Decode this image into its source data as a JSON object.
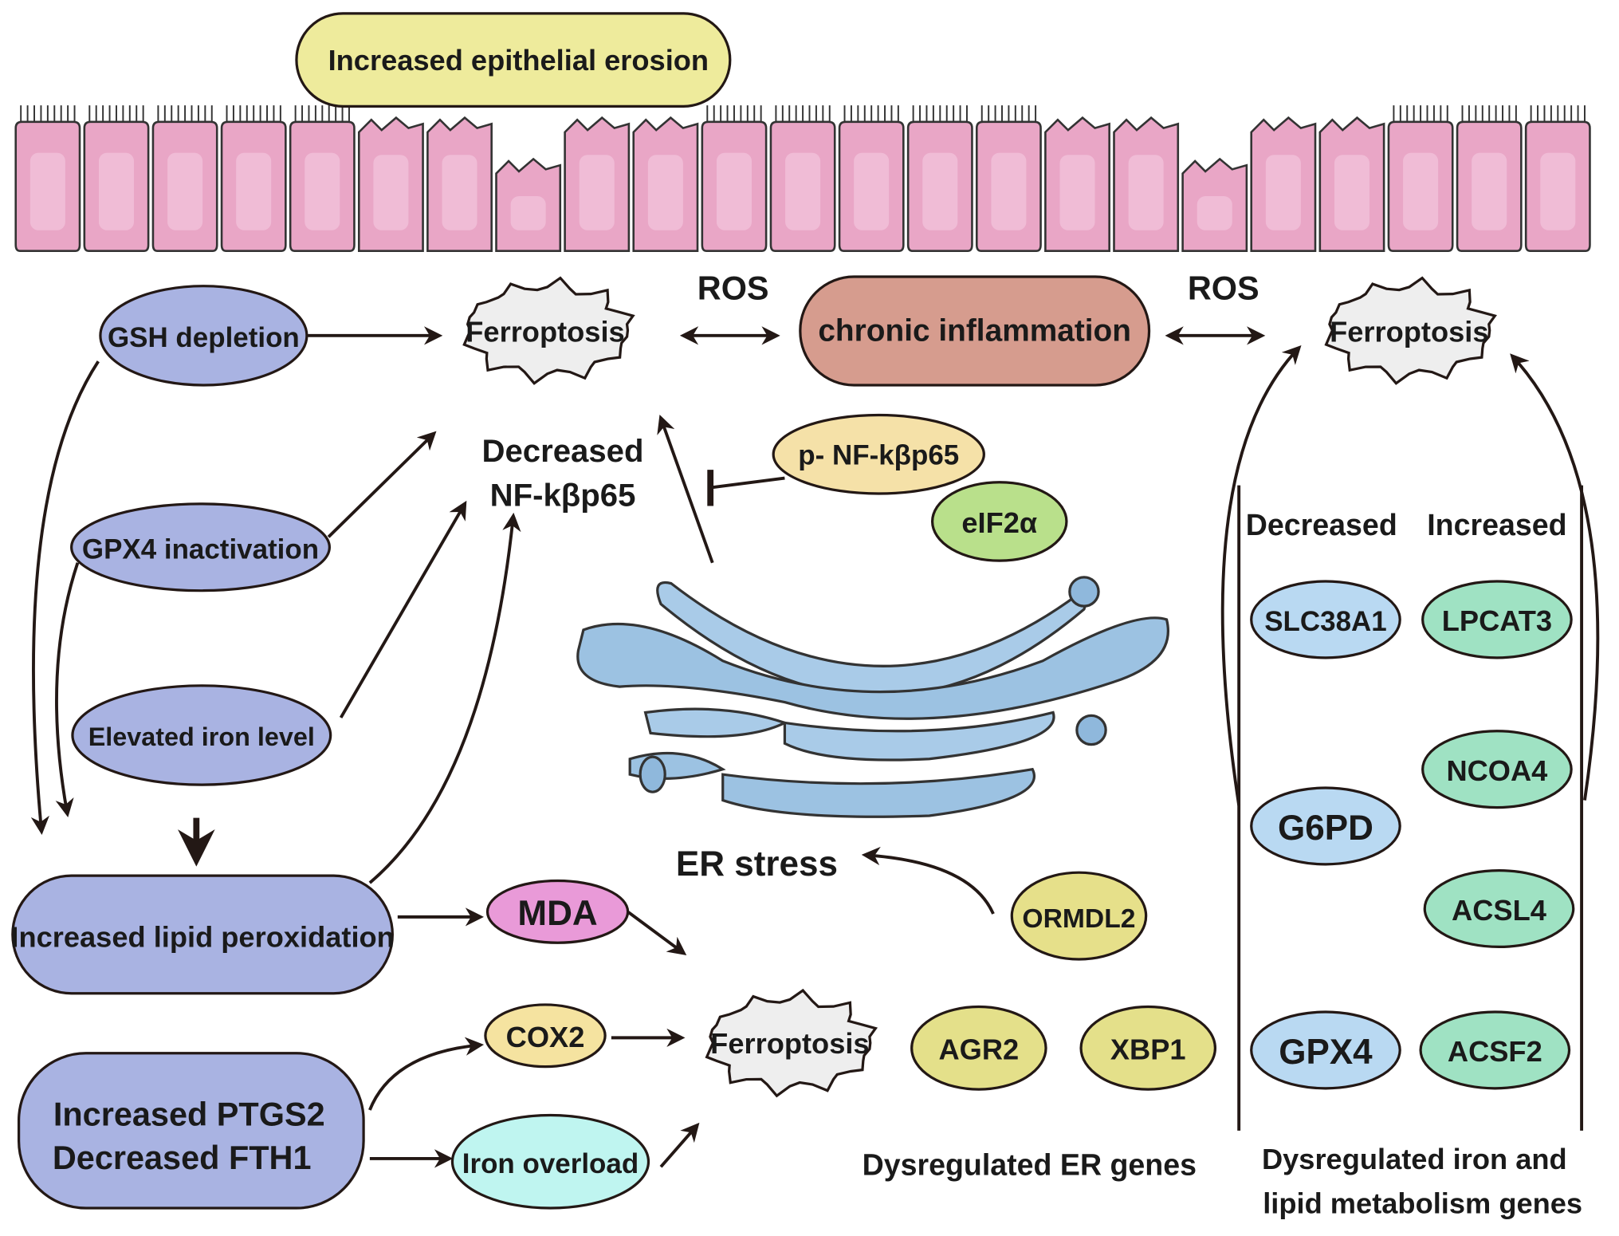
{
  "top_label": "Increased epithelial erosion",
  "ros_left": "ROS",
  "ros_right": "ROS",
  "chronic_inflammation": "chronic inflammation",
  "ferroptosis_left": "Ferroptosis",
  "ferroptosis_right": "Ferroptosis",
  "ferroptosis_bottom": "Ferroptosis",
  "left_nodes": {
    "gsh": "GSH depletion",
    "gpx4_inact": "GPX4 inactivation",
    "iron_level": "Elevated iron level",
    "lipid_perox": "Increased lipid peroxidation",
    "ptgs2": "Increased PTGS2",
    "fth1": "Decreased FTH1"
  },
  "nfk": {
    "line1": "Decreased",
    "line2": "NF-kβp65",
    "phospho": "p- NF-kβp65",
    "eif2a": "eIF2α"
  },
  "er": {
    "stress": "ER stress",
    "ormdl2": "ORMDL2",
    "agr2": "AGR2",
    "xbp1": "XBP1",
    "caption": "Dysregulated ER genes"
  },
  "middle": {
    "mda": "MDA",
    "cox2": "COX2",
    "iron_overload": "Iron overload"
  },
  "genes": {
    "decreased_header": "Decreased",
    "increased_header": "Increased",
    "decreased": [
      "SLC38A1",
      "G6PD",
      "GPX4"
    ],
    "increased": [
      "LPCAT3",
      "NCOA4",
      "ACSL4",
      "ACSF2"
    ],
    "caption_line1": "Dysregulated iron and",
    "caption_line2": "lipid metabolism genes"
  },
  "colors": {
    "epithelium": "#e9a6c6",
    "left_nodes": "#a9b3e2",
    "inflammation": "#d69c8e",
    "ferroptosis": "#eeeeee",
    "er": "#8fb8dc",
    "decreased_genes": "#b9d9f2",
    "increased_genes": "#9fe2c3"
  }
}
